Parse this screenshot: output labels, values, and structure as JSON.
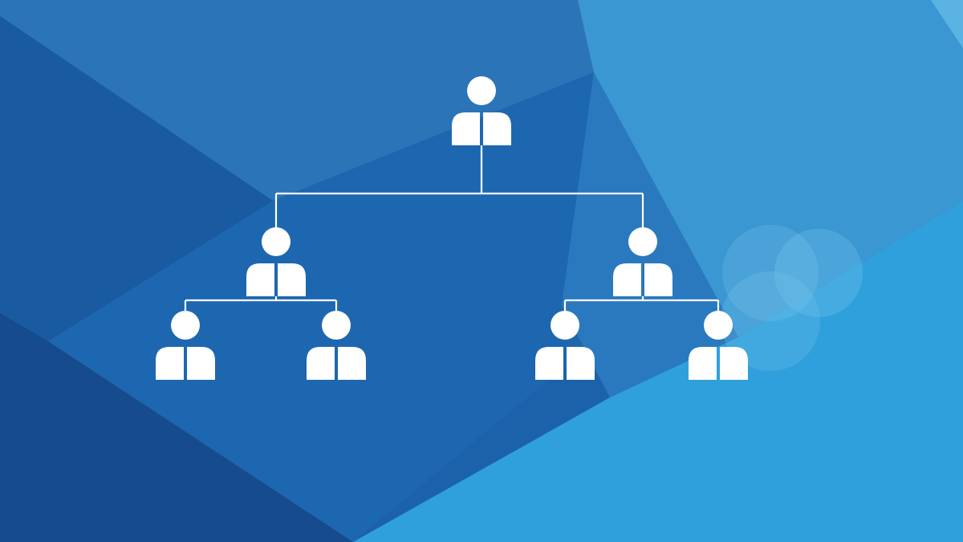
{
  "diagram": {
    "type": "hierarchy",
    "levels": 3,
    "node_count": 7,
    "tree": {
      "id": "root",
      "icon": "person-icon",
      "children": [
        {
          "id": "manager-left",
          "icon": "person-icon",
          "children": [
            {
              "id": "member-left-1",
              "icon": "person-icon",
              "children": []
            },
            {
              "id": "member-left-2",
              "icon": "person-icon",
              "children": []
            }
          ]
        },
        {
          "id": "manager-right",
          "icon": "person-icon",
          "children": [
            {
              "id": "member-right-1",
              "icon": "person-icon",
              "children": []
            },
            {
              "id": "member-right-2",
              "icon": "person-icon",
              "children": []
            }
          ]
        }
      ]
    }
  },
  "colors": {
    "icon": "#ffffff",
    "connector": "#ffffff",
    "background_dark": "#164e8f",
    "background_mid": "#1e6ab0",
    "background_light": "#2e9ad8",
    "background_accent": "#4aaee0"
  }
}
